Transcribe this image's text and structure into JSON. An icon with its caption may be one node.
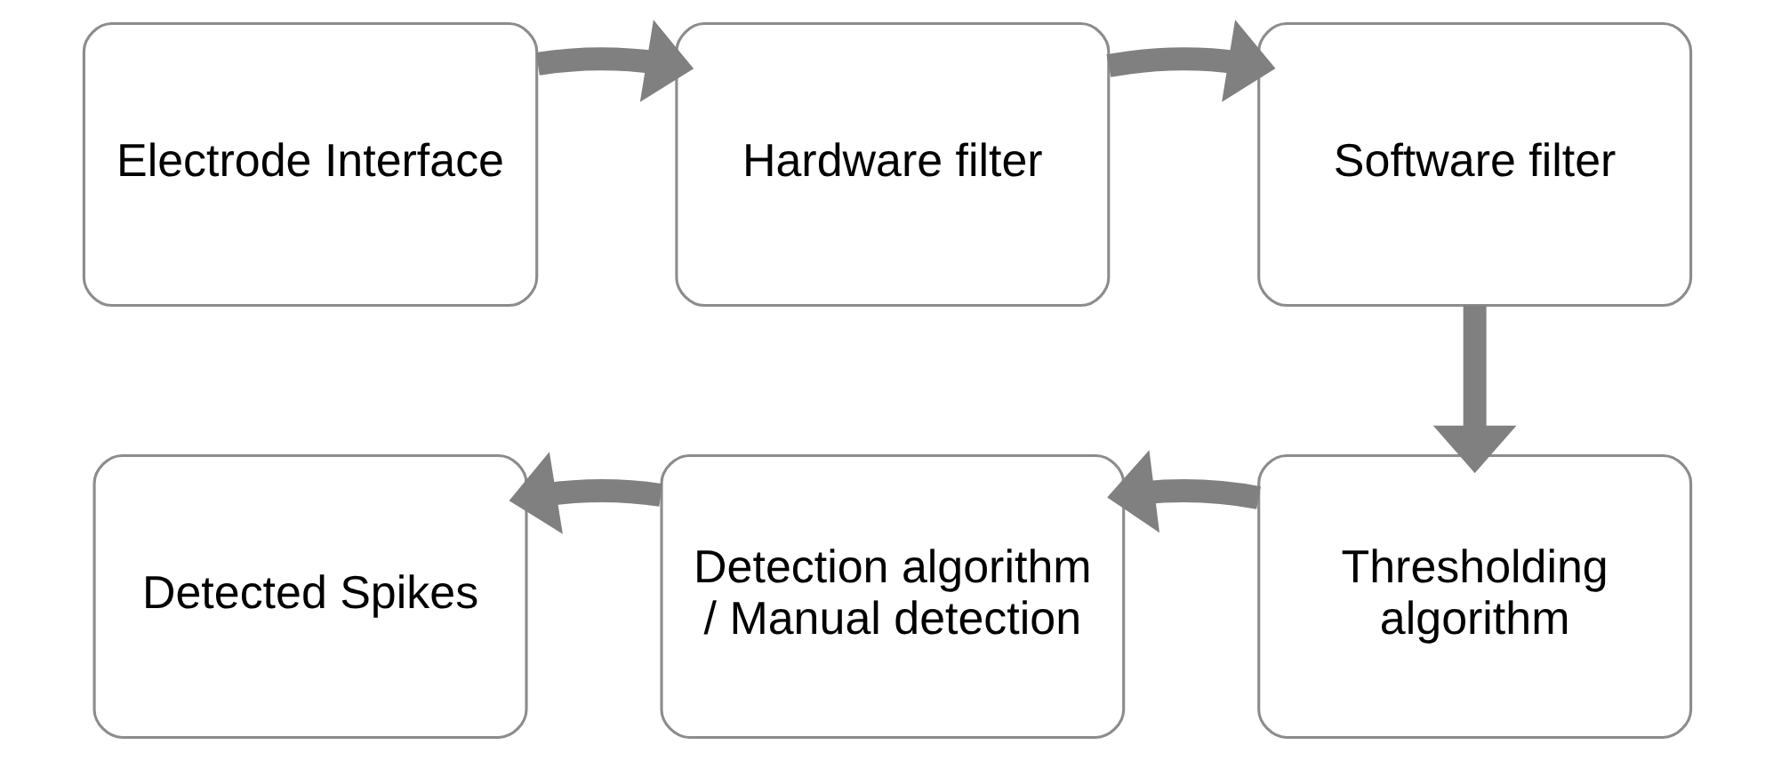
{
  "diagram": {
    "nodes": [
      {
        "text": [
          "Electrode Interface"
        ]
      },
      {
        "text": [
          "Hardware filter"
        ]
      },
      {
        "text": [
          "Software filter"
        ]
      },
      {
        "text": [
          "Thresholding algorithm"
        ]
      },
      {
        "text": [
          "Detection algorithm / Manual detection"
        ]
      },
      {
        "text": [
          "Detected Spikes"
        ]
      }
    ],
    "edges": [
      {
        "from": 0,
        "to": 1,
        "arrow": "to"
      },
      {
        "from": 1,
        "to": 2,
        "arrow": "to"
      },
      {
        "from": 2,
        "to": 3,
        "arrow": "to"
      },
      {
        "from": 3,
        "to": 4,
        "arrow": "to"
      },
      {
        "from": 4,
        "to": 5,
        "arrow": "to"
      }
    ]
  }
}
